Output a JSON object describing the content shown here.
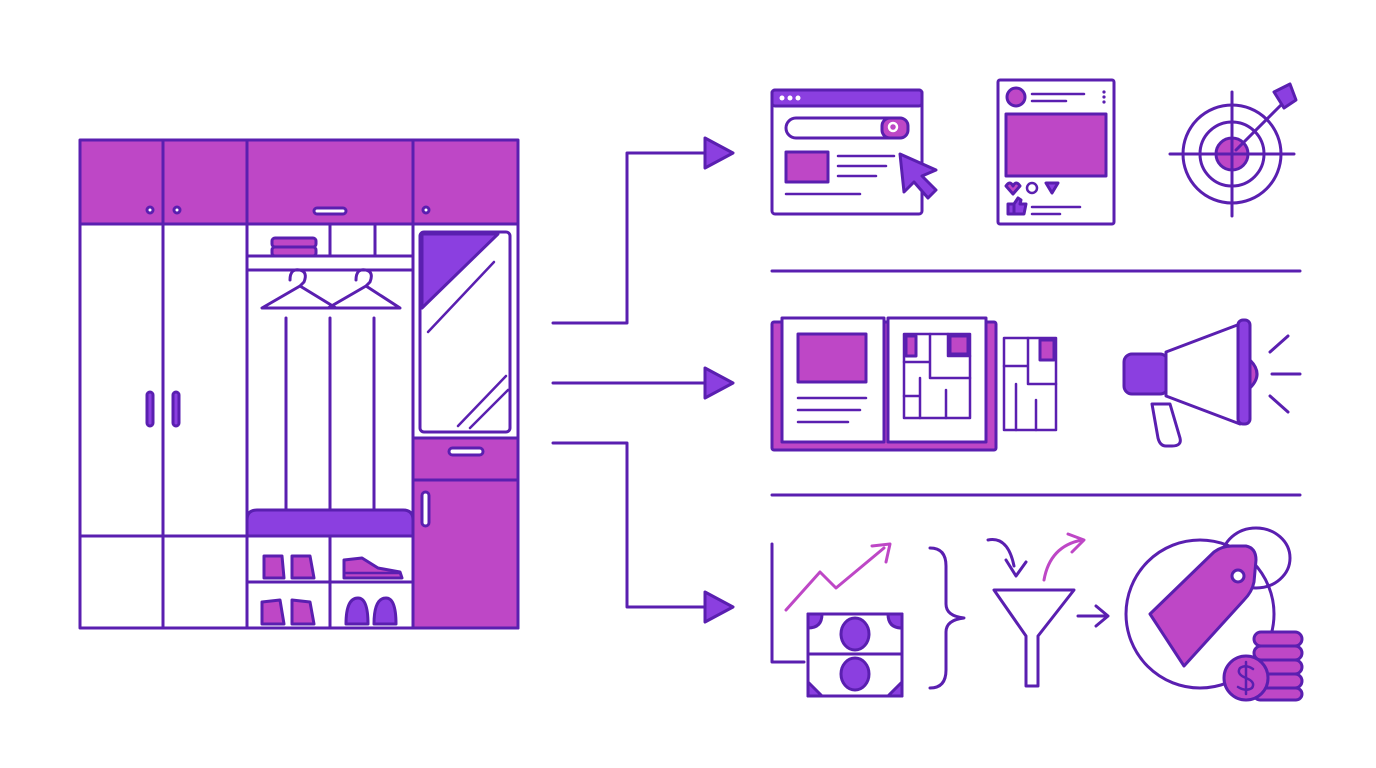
{
  "colors": {
    "line": "#5a1fb0",
    "magenta": "#be47c6",
    "violet": "#8b3fe0",
    "background": "#ffffff"
  },
  "diagram": {
    "source": {
      "icon": "wardrobe-icon"
    },
    "connectors": [
      "arrow-top",
      "arrow-middle",
      "arrow-bottom"
    ],
    "rows": [
      {
        "name": "digital-marketing",
        "icons": [
          "search-browser-icon",
          "social-post-icon",
          "target-icon"
        ]
      },
      {
        "name": "print-promotion",
        "icons": [
          "catalog-floorplan-icon",
          "megaphone-icon"
        ]
      },
      {
        "name": "sales-pricing",
        "icons": [
          "growth-money-icon",
          "funnel-icon",
          "price-tag-coins-icon"
        ]
      }
    ]
  }
}
